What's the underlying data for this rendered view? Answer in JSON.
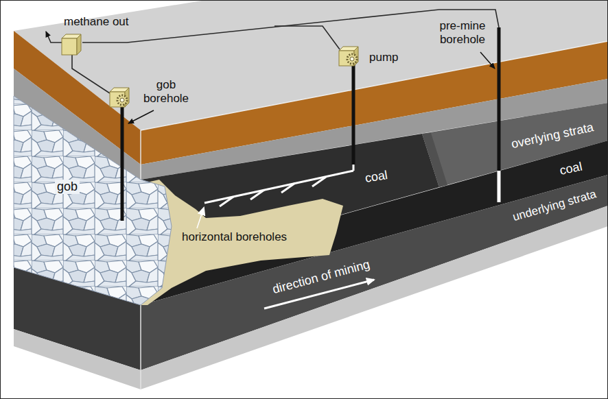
{
  "diagram": {
    "labels": [
      "methane out",
      "gob borehole",
      "pump",
      "pre-mine borehole",
      "overlying strata",
      "coal",
      "coal",
      "gob",
      "horizontal boreholes",
      "underlying strata",
      "direction of mining"
    ]
  }
}
